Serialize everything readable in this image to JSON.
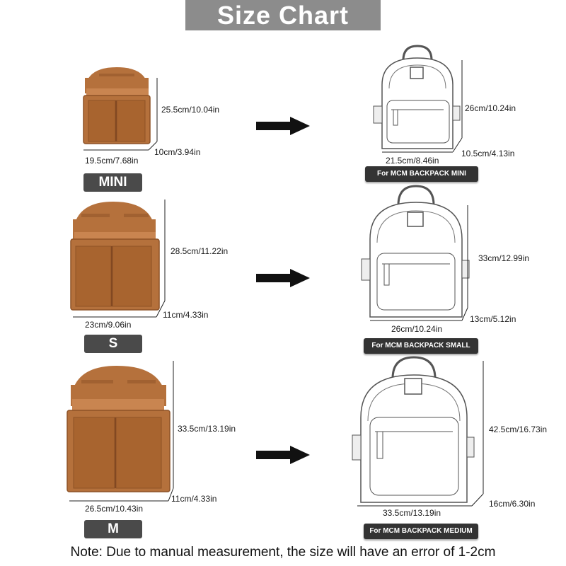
{
  "title": "Size Chart",
  "rows": [
    {
      "size": "MINI",
      "height": "25.5cm/10.04in",
      "width": "19.5cm/7.68in",
      "depth": "10cm/3.94in",
      "backpack": {
        "label": "For MCM BACKPACK MINI",
        "height": "26cm/10.24in",
        "width": "21.5cm/8.46in",
        "depth": "10.5cm/4.13in"
      }
    },
    {
      "size": "S",
      "height": "28.5cm/11.22in",
      "width": "23cm/9.06in",
      "depth": "11cm/4.33in",
      "backpack": {
        "label": "For MCM BACKPACK SMALL",
        "height": "33cm/12.99in",
        "width": "26cm/10.24in",
        "depth": "13cm/5.12in"
      }
    },
    {
      "size": "M",
      "height": "33.5cm/13.19in",
      "width": "26.5cm/10.43in",
      "depth": "11cm/4.33in",
      "backpack": {
        "label": "For MCM BACKPACK MEDIUM",
        "height": "42.5cm/16.73in",
        "width": "33.5cm/13.19in",
        "depth": "16cm/6.30in"
      }
    }
  ],
  "note": "Note: Due to manual measurement, the size will have an error of 1-2cm",
  "colors": {
    "felt": "#b5713c",
    "felt_dark": "#8e5226",
    "felt_light": "#c98550",
    "banner": "#8c8c8c",
    "badge": "#4a4a4a"
  }
}
